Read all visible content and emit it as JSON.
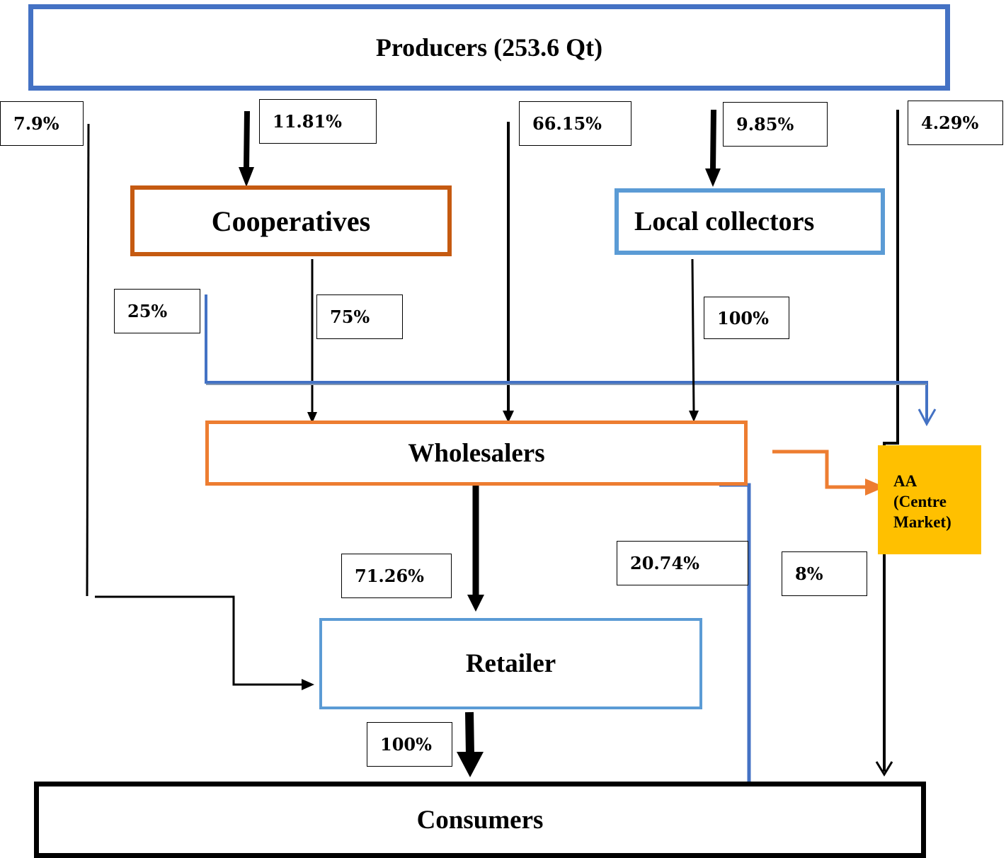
{
  "nodes": {
    "producers": "Producers (253.6 Qt)",
    "cooperatives": "Cooperatives",
    "local_collectors": "Local collectors",
    "wholesalers": "Wholesalers",
    "retailer": "Retailer",
    "consumers": "Consumers",
    "aa_market": [
      "AA",
      "(Centre",
      "Market)"
    ]
  },
  "percentages": {
    "producers_to_consumers": "7.9%",
    "producers_to_cooperatives": "11.81%",
    "producers_to_wholesalers": "66.15%",
    "producers_to_local_collectors": "9.85%",
    "producers_to_aa_market": "4.29%",
    "cooperatives_to_aa_market": "25%",
    "cooperatives_to_wholesalers": "75%",
    "local_collectors_to_wholesalers": "100%",
    "wholesalers_to_retailer": "71.26%",
    "wholesalers_to_consumers": "20.74%",
    "wholesalers_to_aa_market": "8%",
    "retailer_to_consumers": "100%"
  },
  "colors": {
    "producers_border": "#4472C4",
    "cooperatives_border": "#C55A11",
    "local_collectors_border": "#5B9BD5",
    "wholesalers_border": "#ED7D31",
    "retailer_border": "#5B9BD5",
    "consumers_border": "#000000",
    "aa_market_fill": "#FFC000",
    "blue_flow": "#4472C4",
    "orange_flow": "#ED7D31",
    "black_flow": "#000000"
  }
}
